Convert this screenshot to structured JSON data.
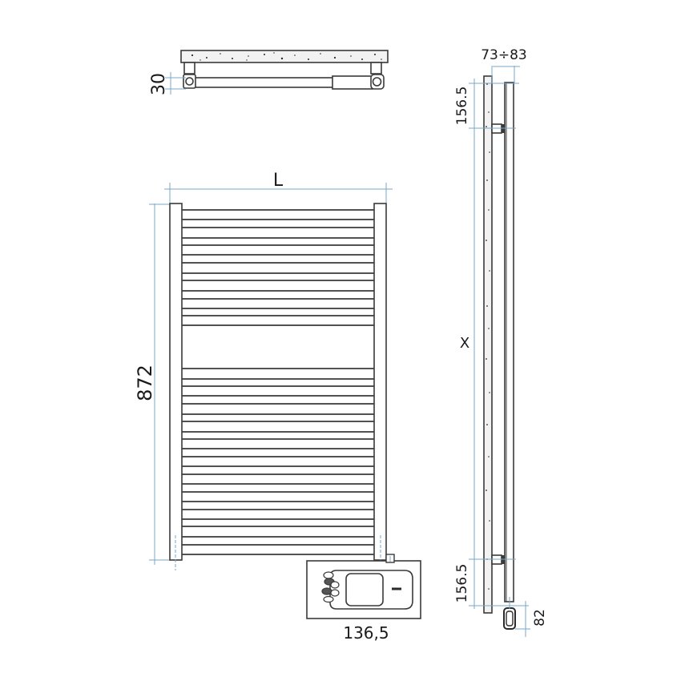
{
  "drawing": {
    "title": "Towel radiator technical drawing",
    "colors": {
      "outline": "#3a3a3a",
      "dimension_line": "#7aa7c7",
      "text": "#1a1a1a",
      "stone_fill": "#f2f2f2"
    }
  },
  "top_view": {
    "depth_label": "30"
  },
  "front_view": {
    "width_label": "L",
    "height_label": "872",
    "upper_tube_count": 7,
    "lower_tube_count": 11
  },
  "side_view": {
    "wall_distance_label": "73÷83",
    "top_bracket_label": "156.5",
    "bottom_bracket_label": "156.5",
    "bracket_spacing_label": "X",
    "heater_offset_label": "82"
  },
  "controller_detail": {
    "width_label": "136,5",
    "icon": "thermostat-controller-icon"
  }
}
